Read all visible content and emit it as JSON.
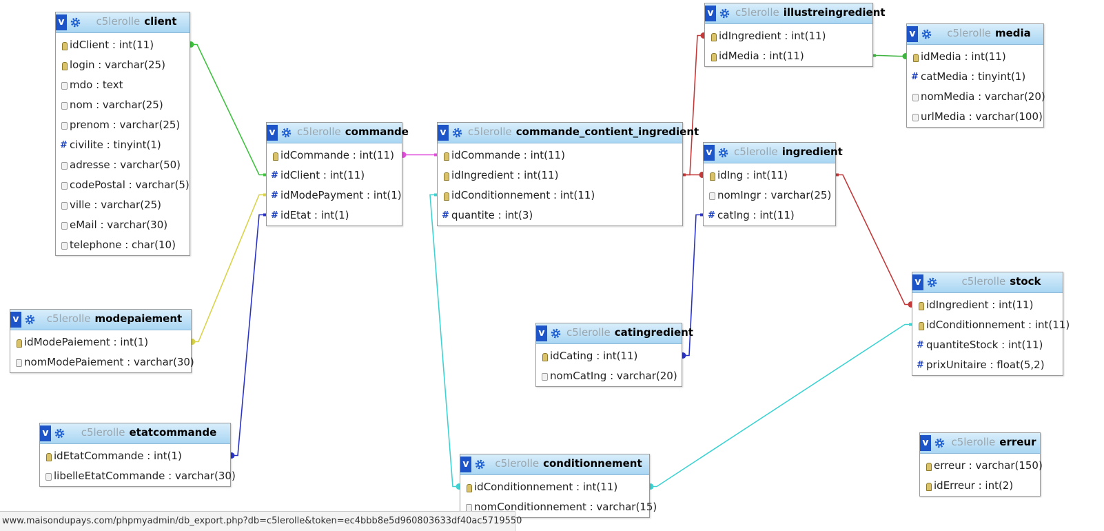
{
  "tables": {
    "client": {
      "db": "c5lerolle",
      "name": "client",
      "fields": [
        {
          "name": "idClient : int(11)",
          "type": "key"
        },
        {
          "name": "login : varchar(25)",
          "type": "key"
        },
        {
          "name": "mdo : text",
          "type": "text"
        },
        {
          "name": "nom : varchar(25)",
          "type": "text"
        },
        {
          "name": "prenom : varchar(25)",
          "type": "text"
        },
        {
          "name": "civilite : tinyint(1)",
          "type": "num"
        },
        {
          "name": "adresse : varchar(50)",
          "type": "text"
        },
        {
          "name": "codePostal : varchar(5)",
          "type": "text"
        },
        {
          "name": "ville : varchar(25)",
          "type": "text"
        },
        {
          "name": "eMail : varchar(30)",
          "type": "text"
        },
        {
          "name": "telephone : char(10)",
          "type": "text"
        }
      ]
    },
    "commande": {
      "db": "c5lerolle",
      "name": "commande",
      "fields": [
        {
          "name": "idCommande : int(11)",
          "type": "key"
        },
        {
          "name": "idClient : int(11)",
          "type": "num"
        },
        {
          "name": "idModePayment : int(1)",
          "type": "num"
        },
        {
          "name": "idEtat : int(1)",
          "type": "num"
        }
      ]
    },
    "commande_contient_ingredient": {
      "db": "c5lerolle",
      "name": "commande_contient_ingredient",
      "fields": [
        {
          "name": "idCommande : int(11)",
          "type": "key"
        },
        {
          "name": "idIngredient : int(11)",
          "type": "key"
        },
        {
          "name": "idConditionnement : int(11)",
          "type": "key"
        },
        {
          "name": "quantite : int(3)",
          "type": "num"
        }
      ]
    },
    "illustreingredient": {
      "db": "c5lerolle",
      "name": "illustreingredient",
      "fields": [
        {
          "name": "idIngredient : int(11)",
          "type": "key"
        },
        {
          "name": "idMedia : int(11)",
          "type": "key"
        }
      ]
    },
    "media": {
      "db": "c5lerolle",
      "name": "media",
      "fields": [
        {
          "name": "idMedia : int(11)",
          "type": "key"
        },
        {
          "name": "catMedia : tinyint(1)",
          "type": "num"
        },
        {
          "name": "nomMedia : varchar(20)",
          "type": "text"
        },
        {
          "name": "urlMedia : varchar(100)",
          "type": "text"
        }
      ]
    },
    "ingredient": {
      "db": "c5lerolle",
      "name": "ingredient",
      "fields": [
        {
          "name": "idIng : int(11)",
          "type": "key"
        },
        {
          "name": "nomIngr : varchar(25)",
          "type": "text"
        },
        {
          "name": "catIng : int(11)",
          "type": "num"
        }
      ]
    },
    "stock": {
      "db": "c5lerolle",
      "name": "stock",
      "fields": [
        {
          "name": "idIngredient : int(11)",
          "type": "key"
        },
        {
          "name": "idConditionnement : int(11)",
          "type": "key"
        },
        {
          "name": "quantiteStock : int(11)",
          "type": "num"
        },
        {
          "name": "prixUnitaire : float(5,2)",
          "type": "num"
        }
      ]
    },
    "modepaiement": {
      "db": "c5lerolle",
      "name": "modepaiement",
      "fields": [
        {
          "name": "idModePaiement : int(1)",
          "type": "key"
        },
        {
          "name": "nomModePaiement : varchar(30)",
          "type": "text"
        }
      ]
    },
    "catingredient": {
      "db": "c5lerolle",
      "name": "catingredient",
      "fields": [
        {
          "name": "idCating : int(11)",
          "type": "key"
        },
        {
          "name": "nomCatIng : varchar(20)",
          "type": "text"
        }
      ]
    },
    "etatcommande": {
      "db": "c5lerolle",
      "name": "etatcommande",
      "fields": [
        {
          "name": "idEtatCommande : int(1)",
          "type": "key"
        },
        {
          "name": "libelleEtatCommande : varchar(30)",
          "type": "text"
        }
      ]
    },
    "conditionnement": {
      "db": "c5lerolle",
      "name": "conditionnement",
      "fields": [
        {
          "name": "idConditionnement : int(11)",
          "type": "key"
        },
        {
          "name": "nomConditionnement : varchar(15)",
          "type": "text"
        }
      ]
    },
    "erreur": {
      "db": "c5lerolle",
      "name": "erreur",
      "fields": [
        {
          "name": "erreur : varchar(150)",
          "type": "key"
        },
        {
          "name": "idErreur : int(2)",
          "type": "key"
        }
      ]
    }
  },
  "relations": [
    {
      "from": "commande.idClient",
      "to": "client.idClient",
      "color": "#3fc23f"
    },
    {
      "from": "commande.idModePayment",
      "to": "modepaiement.idModePaiement",
      "color": "#d9d34a"
    },
    {
      "from": "commande.idEtat",
      "to": "etatcommande.idEtatCommande",
      "color": "#2b34c2"
    },
    {
      "from": "commande_contient_ingredient.idCommande",
      "to": "commande.idCommande",
      "color": "#e04fd9"
    },
    {
      "from": "commande_contient_ingredient.idIngredient",
      "to": "illustreingredient.idIngredient",
      "color": "#c43a3a"
    },
    {
      "from": "commande_contient_ingredient.idIngredient",
      "to": "ingredient.idIng",
      "color": "#c43a3a"
    },
    {
      "from": "commande_contient_ingredient.idConditionnement",
      "to": "conditionnement.idConditionnement",
      "color": "#3fd2d2"
    },
    {
      "from": "illustreingredient.idMedia",
      "to": "media.idMedia",
      "color": "#3fb33f"
    },
    {
      "from": "ingredient.catIng",
      "to": "catingredient.idCating",
      "color": "#2b34c2"
    },
    {
      "from": "ingredient.idIng",
      "to": "stock.idIngredient",
      "color": "#c43a3a"
    },
    {
      "from": "stock.idConditionnement",
      "to": "conditionnement.idConditionnement",
      "color": "#3fd2d2"
    }
  ],
  "statusbar": "www.maisondupays.com/phpmyadmin/db_export.php?db=c5lerolle&token=ec4bbb8e5d960803633df40ac5719550"
}
